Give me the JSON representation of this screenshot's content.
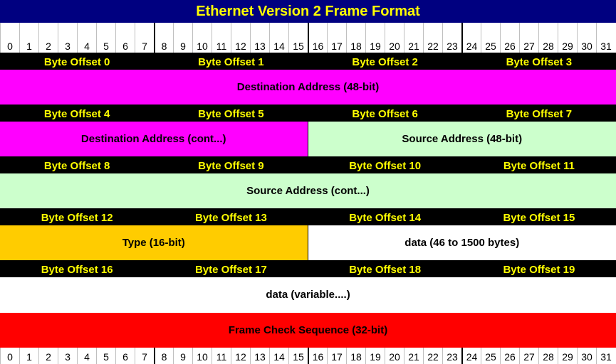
{
  "title": "Ethernet Version 2 Frame Format",
  "bits": [
    "0",
    "1",
    "2",
    "3",
    "4",
    "5",
    "6",
    "7",
    "8",
    "9",
    "10",
    "11",
    "12",
    "13",
    "14",
    "15",
    "16",
    "17",
    "18",
    "19",
    "20",
    "21",
    "22",
    "23",
    "24",
    "25",
    "26",
    "27",
    "28",
    "29",
    "30",
    "31"
  ],
  "rows": [
    {
      "offsets": [
        "Byte Offset 0",
        "Byte Offset 1",
        "Byte Offset 2",
        "Byte Offset 3"
      ],
      "fields": [
        {
          "label": "Destination Address (48-bit)",
          "span": 4,
          "color": "#ff00ff"
        }
      ]
    },
    {
      "offsets": [
        "Byte Offset 4",
        "Byte Offset 5",
        "Byte Offset 6",
        "Byte Offset 7"
      ],
      "fields": [
        {
          "label": "Destination Address (cont...)",
          "span": 2,
          "color": "#ff00ff"
        },
        {
          "label": "Source Address (48-bit)",
          "span": 2,
          "color": "#ccffcc"
        }
      ]
    },
    {
      "offsets": [
        "Byte Offset 8",
        "Byte Offset 9",
        "Byte Offset 10",
        "Byte Offset 11"
      ],
      "fields": [
        {
          "label": "Source Address (cont...)",
          "span": 4,
          "color": "#ccffcc"
        }
      ]
    },
    {
      "offsets": [
        "Byte Offset 12",
        "Byte Offset 13",
        "Byte Offset 14",
        "Byte Offset 15"
      ],
      "fields": [
        {
          "label": "Type (16-bit)",
          "span": 2,
          "color": "#ffcc00"
        },
        {
          "label": "data (46 to 1500 bytes)",
          "span": 2,
          "color": "#ffffff"
        }
      ]
    },
    {
      "offsets": [
        "Byte Offset 16",
        "Byte Offset 17",
        "Byte Offset 18",
        "Byte Offset 19"
      ],
      "fields": [
        {
          "label": "data (variable....)",
          "span": 4,
          "color": "#ffffff"
        }
      ]
    }
  ],
  "fcs": {
    "label": "Frame Check Sequence (32-bit)",
    "color": "#ff0000"
  }
}
